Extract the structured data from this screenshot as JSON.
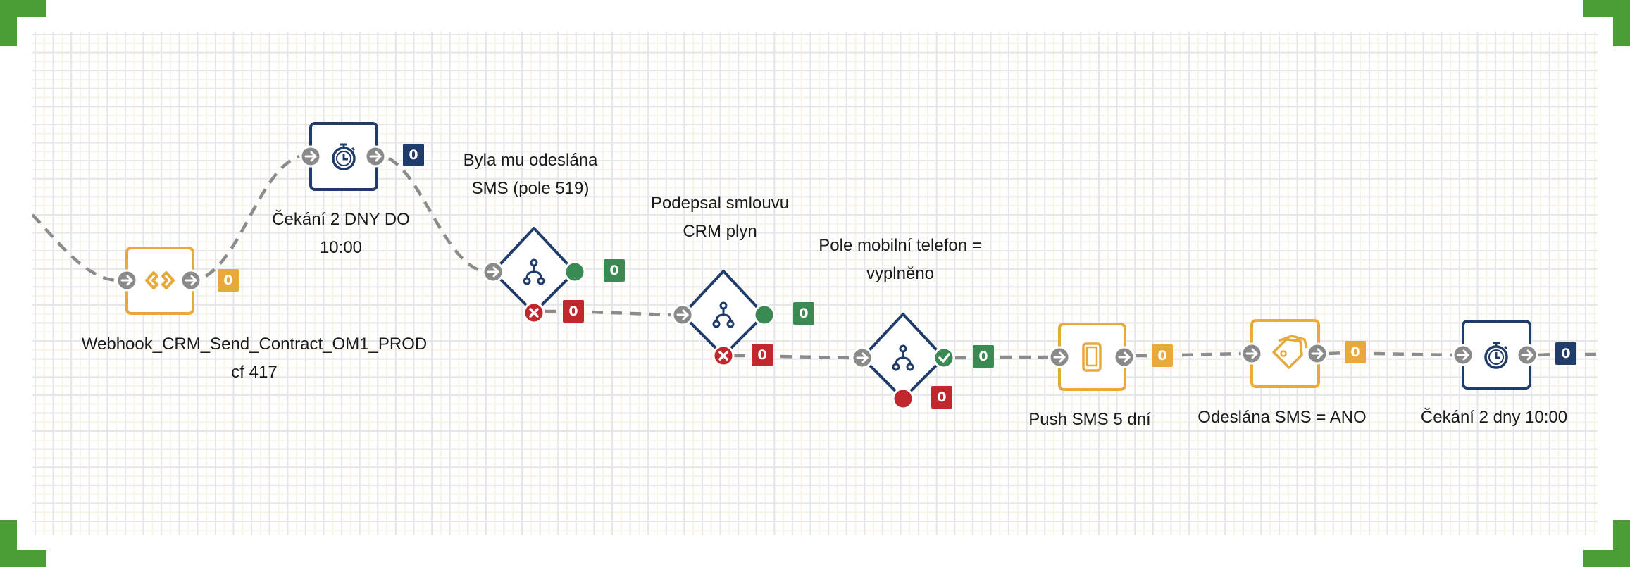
{
  "colors": {
    "accent_green": "#4a9e33",
    "action_yellow": "#e8a93a",
    "timer_navy": "#1f3c6b",
    "condition_green": "#3a8a53",
    "condition_red": "#c0282d",
    "port_gray": "#8a8a8a",
    "connector_gray": "#8c8c8c"
  },
  "nodes": [
    {
      "id": "webhook",
      "type": "action",
      "icon": "code-brackets-icon",
      "label_lines": [
        "Webhook_CRM_Send_Contract_OM1_PROD",
        "cf 417"
      ],
      "count": "0"
    },
    {
      "id": "wait1",
      "type": "timer",
      "icon": "stopwatch-icon",
      "label_lines": [
        "Čekání 2 DNY DO",
        "10:00"
      ],
      "count": "0"
    },
    {
      "id": "cond1",
      "type": "condition",
      "icon": "split-icon",
      "label_lines": [
        "Byla mu odeslána",
        "SMS (pole 519)"
      ],
      "yes_count": "0",
      "no_count": "0"
    },
    {
      "id": "cond2",
      "type": "condition",
      "icon": "split-icon",
      "label_lines": [
        "Podepsal smlouvu",
        "CRM plyn"
      ],
      "yes_count": "0",
      "no_count": "0"
    },
    {
      "id": "cond3",
      "type": "condition",
      "icon": "split-icon",
      "label_lines": [
        "Pole mobilní telefon =",
        "vyplněno"
      ],
      "yes_count": "0",
      "no_count": "0"
    },
    {
      "id": "push_sms",
      "type": "action",
      "icon": "mobile-phone-icon",
      "label_lines": [
        "Push SMS 5 dní"
      ],
      "count": "0"
    },
    {
      "id": "set_field",
      "type": "action",
      "icon": "tag-icon",
      "label_lines": [
        "Odeslána SMS = ANO"
      ],
      "count": "0"
    },
    {
      "id": "wait2",
      "type": "timer",
      "icon": "stopwatch-icon",
      "label_lines": [
        "Čekání 2 dny 10:00"
      ],
      "count": "0"
    }
  ]
}
